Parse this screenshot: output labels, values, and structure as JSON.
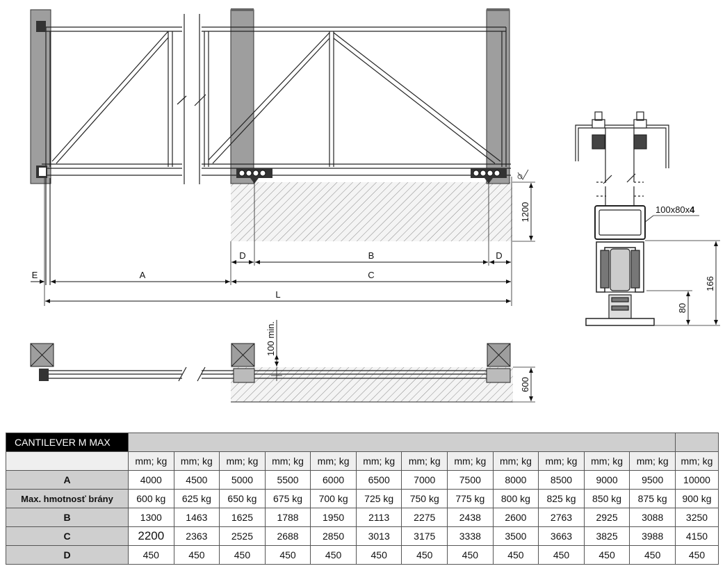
{
  "drawing": {
    "labels": {
      "E": "E",
      "A": "A",
      "C": "C",
      "L": "L",
      "D_left": "D",
      "B": "B",
      "D_right": "D",
      "h1200": "1200",
      "h166": "166",
      "h80": "80",
      "profile_prefix": "100x80x",
      "profile_bold": "4",
      "min100": "100 min.",
      "w600": "600"
    },
    "icons": [
      "break-line-icon",
      "roller-carriage-icon",
      "hatched-foundation",
      "post-cross-icon"
    ]
  },
  "table": {
    "title": "CANTILEVER M MAX",
    "unit": "mm; kg",
    "columns": 13,
    "rows": [
      {
        "label": "A",
        "values": [
          "4000",
          "4500",
          "5000",
          "5500",
          "6000",
          "6500",
          "7000",
          "7500",
          "8000",
          "8500",
          "9000",
          "9500",
          "10000"
        ]
      },
      {
        "label": "Max. hmotnosť brány",
        "values": [
          "600 kg",
          "625 kg",
          "650 kg",
          "675 kg",
          "700 kg",
          "725 kg",
          "750 kg",
          "775 kg",
          "800 kg",
          "825 kg",
          "850 kg",
          "875 kg",
          "900 kg"
        ]
      },
      {
        "label": "B",
        "values": [
          "1300",
          "1463",
          "1625",
          "1788",
          "1950",
          "2113",
          "2275",
          "2438",
          "2600",
          "2763",
          "2925",
          "3088",
          "3250"
        ]
      },
      {
        "label": "C",
        "values": [
          "2200",
          "2363",
          "2525",
          "2688",
          "2850",
          "3013",
          "3175",
          "3338",
          "3500",
          "3663",
          "3825",
          "3988",
          "4150"
        ]
      },
      {
        "label": "D",
        "values": [
          "450",
          "450",
          "450",
          "450",
          "450",
          "450",
          "450",
          "450",
          "450",
          "450",
          "450",
          "450",
          "450"
        ]
      }
    ]
  }
}
